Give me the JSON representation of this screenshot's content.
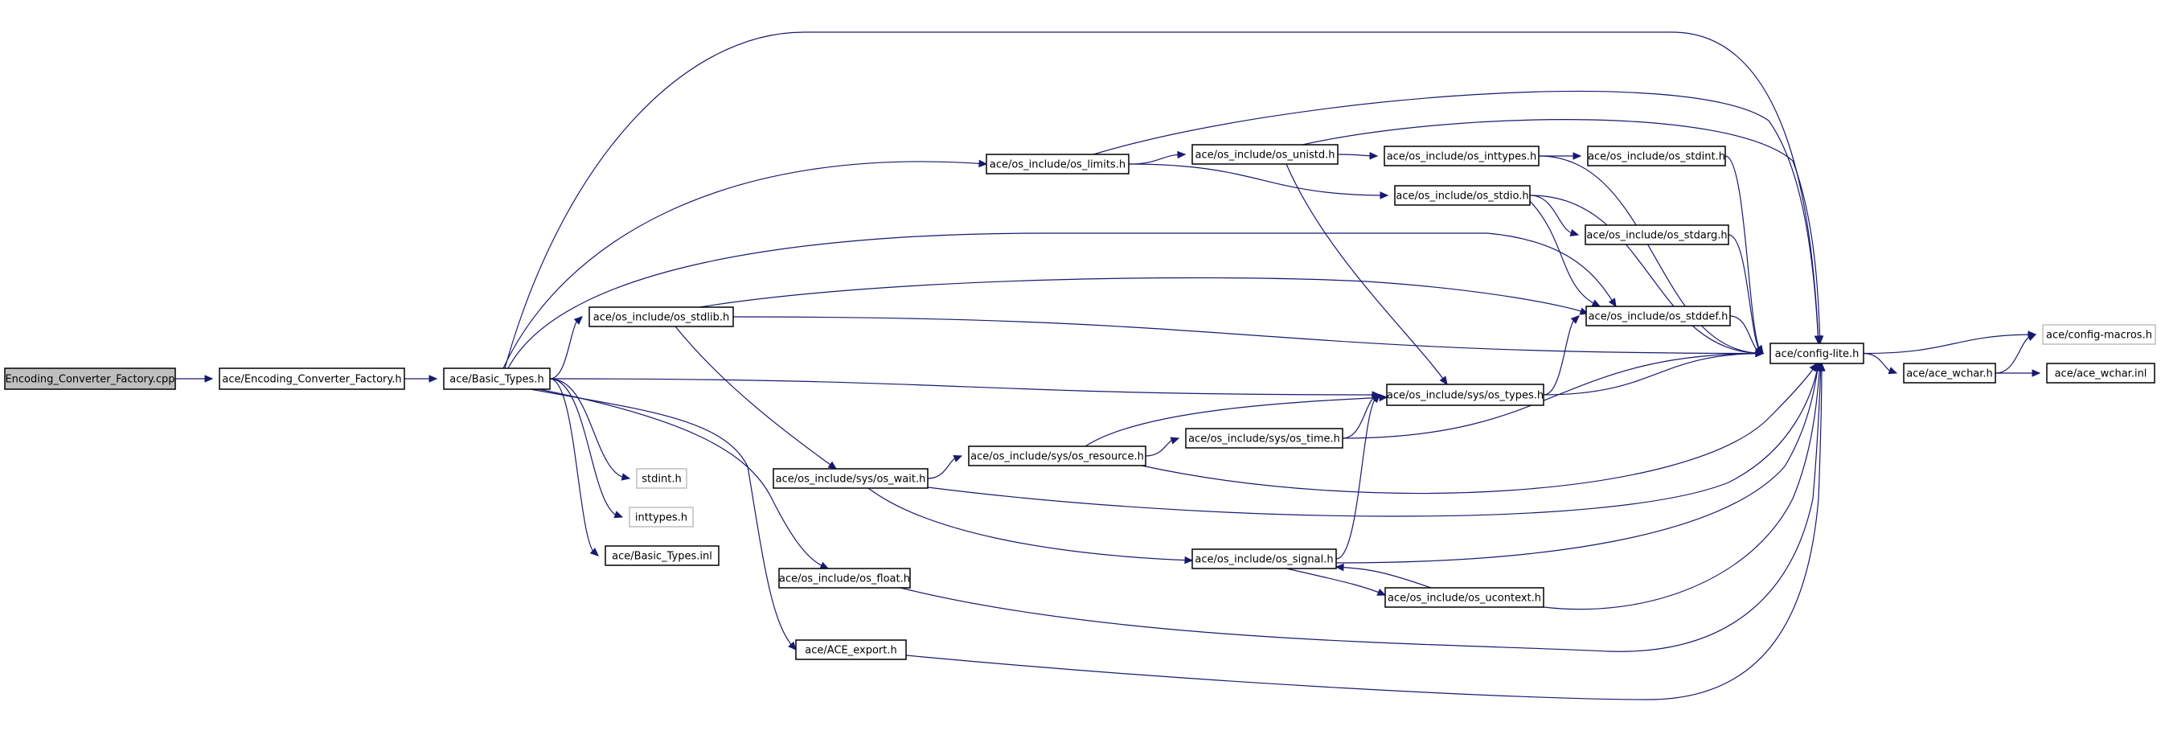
{
  "colors": {
    "edge": "#191970",
    "node_border": "#000000",
    "node_border_external": "#bfbfbf",
    "root_fill": "#bfbfbf",
    "node_fill": "#ffffff",
    "text": "#000000"
  },
  "nodes": [
    {
      "id": "encoding_cpp",
      "label": "Encoding_Converter_Factory.cpp",
      "kind": "root"
    },
    {
      "id": "encoding_h",
      "label": "ace/Encoding_Converter_Factory.h",
      "kind": "normal"
    },
    {
      "id": "basic_types",
      "label": "ace/Basic_Types.h",
      "kind": "normal"
    },
    {
      "id": "os_limits",
      "label": "ace/os_include/os_limits.h",
      "kind": "normal"
    },
    {
      "id": "os_unistd",
      "label": "ace/os_include/os_unistd.h",
      "kind": "normal"
    },
    {
      "id": "os_inttypes",
      "label": "ace/os_include/os_inttypes.h",
      "kind": "normal"
    },
    {
      "id": "os_stdint",
      "label": "ace/os_include/os_stdint.h",
      "kind": "normal"
    },
    {
      "id": "os_stdio",
      "label": "ace/os_include/os_stdio.h",
      "kind": "normal"
    },
    {
      "id": "os_stdarg",
      "label": "ace/os_include/os_stdarg.h",
      "kind": "normal"
    },
    {
      "id": "os_stdlib",
      "label": "ace/os_include/os_stdlib.h",
      "kind": "normal"
    },
    {
      "id": "os_stddef",
      "label": "ace/os_include/os_stddef.h",
      "kind": "normal"
    },
    {
      "id": "config_lite",
      "label": "ace/config-lite.h",
      "kind": "normal"
    },
    {
      "id": "config_macros",
      "label": "ace/config-macros.h",
      "kind": "external"
    },
    {
      "id": "ace_wchar_h",
      "label": "ace/ace_wchar.h",
      "kind": "normal"
    },
    {
      "id": "ace_wchar_inl",
      "label": "ace/ace_wchar.inl",
      "kind": "normal"
    },
    {
      "id": "sys_types",
      "label": "ace/os_include/sys/os_types.h",
      "kind": "normal"
    },
    {
      "id": "sys_resource",
      "label": "ace/os_include/sys/os_resource.h",
      "kind": "normal"
    },
    {
      "id": "sys_time",
      "label": "ace/os_include/sys/os_time.h",
      "kind": "normal"
    },
    {
      "id": "sys_wait",
      "label": "ace/os_include/sys/os_wait.h",
      "kind": "normal"
    },
    {
      "id": "stdint",
      "label": "stdint.h",
      "kind": "external"
    },
    {
      "id": "inttypes",
      "label": "inttypes.h",
      "kind": "external"
    },
    {
      "id": "basic_inl",
      "label": "ace/Basic_Types.inl",
      "kind": "normal"
    },
    {
      "id": "os_signal",
      "label": "ace/os_include/os_signal.h",
      "kind": "normal"
    },
    {
      "id": "os_ucontext",
      "label": "ace/os_include/os_ucontext.h",
      "kind": "normal"
    },
    {
      "id": "os_float",
      "label": "ace/os_include/os_float.h",
      "kind": "normal"
    },
    {
      "id": "ace_export",
      "label": "ace/ACE_export.h",
      "kind": "normal"
    }
  ],
  "edges": [
    [
      "encoding_cpp",
      "encoding_h"
    ],
    [
      "encoding_h",
      "basic_types"
    ],
    [
      "basic_types",
      "os_limits"
    ],
    [
      "basic_types",
      "config_lite"
    ],
    [
      "basic_types",
      "os_stdlib"
    ],
    [
      "basic_types",
      "os_stddef"
    ],
    [
      "basic_types",
      "sys_types"
    ],
    [
      "basic_types",
      "stdint"
    ],
    [
      "basic_types",
      "inttypes"
    ],
    [
      "basic_types",
      "basic_inl"
    ],
    [
      "basic_types",
      "os_float"
    ],
    [
      "basic_types",
      "ace_export"
    ],
    [
      "os_limits",
      "os_unistd"
    ],
    [
      "os_limits",
      "os_stdio"
    ],
    [
      "os_limits",
      "config_lite"
    ],
    [
      "os_unistd",
      "os_inttypes"
    ],
    [
      "os_unistd",
      "sys_types"
    ],
    [
      "os_unistd",
      "config_lite"
    ],
    [
      "os_inttypes",
      "os_stdint"
    ],
    [
      "os_inttypes",
      "config_lite"
    ],
    [
      "os_stdint",
      "config_lite"
    ],
    [
      "os_stdio",
      "os_stdarg"
    ],
    [
      "os_stdio",
      "os_stddef"
    ],
    [
      "os_stdio",
      "config_lite"
    ],
    [
      "os_stdarg",
      "config_lite"
    ],
    [
      "os_stdlib",
      "os_stddef"
    ],
    [
      "os_stdlib",
      "config_lite"
    ],
    [
      "os_stdlib",
      "sys_wait"
    ],
    [
      "os_stddef",
      "config_lite"
    ],
    [
      "sys_types",
      "os_stddef"
    ],
    [
      "sys_types",
      "config_lite"
    ],
    [
      "config_lite",
      "config_macros"
    ],
    [
      "config_lite",
      "ace_wchar_h"
    ],
    [
      "ace_wchar_h",
      "config_macros"
    ],
    [
      "ace_wchar_h",
      "ace_wchar_inl"
    ],
    [
      "sys_wait",
      "sys_resource"
    ],
    [
      "sys_wait",
      "os_signal"
    ],
    [
      "sys_wait",
      "config_lite"
    ],
    [
      "sys_resource",
      "sys_time"
    ],
    [
      "sys_resource",
      "sys_types"
    ],
    [
      "sys_resource",
      "config_lite"
    ],
    [
      "sys_time",
      "sys_types"
    ],
    [
      "sys_time",
      "config_lite"
    ],
    [
      "os_signal",
      "sys_types"
    ],
    [
      "os_signal",
      "os_ucontext"
    ],
    [
      "os_signal",
      "config_lite"
    ],
    [
      "os_ucontext",
      "os_signal"
    ],
    [
      "os_ucontext",
      "config_lite"
    ],
    [
      "os_float",
      "config_lite"
    ],
    [
      "ace_export",
      "config_lite"
    ]
  ]
}
